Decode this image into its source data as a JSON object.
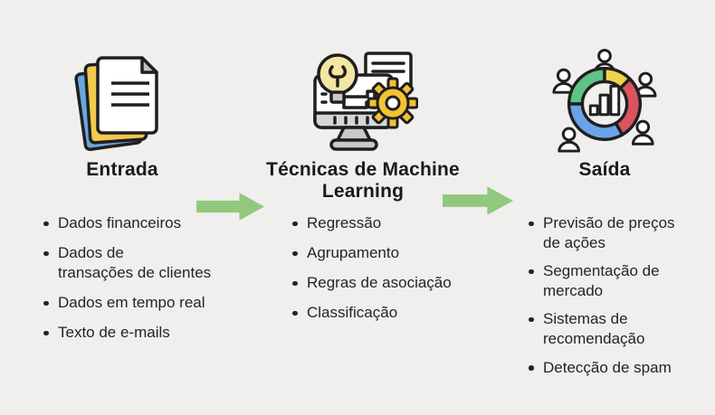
{
  "diagram_title": "Machine Learning flow diagram (Portuguese)",
  "columns": [
    {
      "id": "entrada",
      "icon": "documents-stack-icon",
      "title": "Entrada",
      "items": [
        "Dados financeiros",
        "Dados de\ntransações de clientes",
        "Dados em tempo real",
        "Texto de e-mails"
      ]
    },
    {
      "id": "tecnicas",
      "icon": "machine-learning-monitor-icon",
      "title": "Técnicas de Machine\nLearning",
      "items": [
        "Regressão",
        "Agrupamento",
        "Regras de asociação",
        "Classificação"
      ]
    },
    {
      "id": "saida",
      "icon": "audience-analytics-donut-icon",
      "title": "Saída",
      "items": [
        "Previsão de preços\nde ações",
        "Segmentação de\nmercado",
        "Sistemas de\nrecomendação",
        "Detecção de spam"
      ]
    }
  ],
  "arrows": [
    {
      "name": "arrow-entrada-to-tecnicas",
      "direction": "right"
    },
    {
      "name": "arrow-tecnicas-to-saida",
      "direction": "right"
    }
  ],
  "colors": {
    "background": "#f0efee",
    "arrow_green": "#92c87e",
    "heading_text": "#1a1a1a",
    "body_text": "#242424",
    "icon_outline": "#1f1f1f",
    "doc_blue": "#69a7dd",
    "doc_yellow": "#f2ca4c",
    "bulb_yellow": "#f3e5a3",
    "gear_yellow": "#f2c233",
    "monitor_gray": "#c9c9c9",
    "donut_green": "#5ec385",
    "donut_yellow": "#f2d24b",
    "donut_red": "#d9545e",
    "donut_blue": "#6ba3e8"
  }
}
